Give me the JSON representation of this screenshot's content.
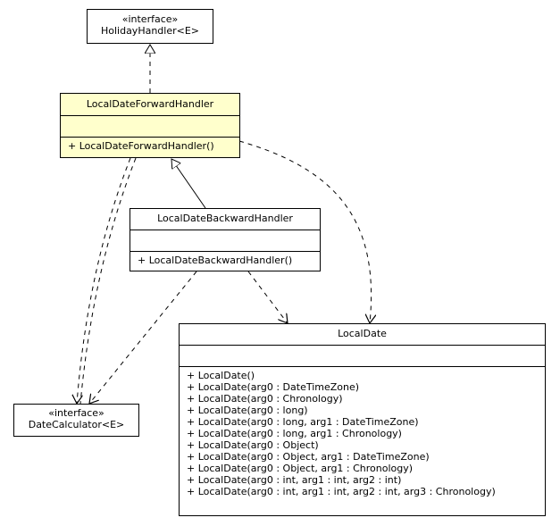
{
  "classes": {
    "holiday_handler": {
      "stereotype": "«interface»",
      "name": "HolidayHandler<E>"
    },
    "forward_handler": {
      "name": "LocalDateForwardHandler",
      "operations": [
        "+ LocalDateForwardHandler()"
      ]
    },
    "backward_handler": {
      "name": "LocalDateBackwardHandler",
      "operations": [
        "+ LocalDateBackwardHandler()"
      ]
    },
    "date_calculator": {
      "stereotype": "«interface»",
      "name": "DateCalculator<E>"
    },
    "local_date": {
      "name": "LocalDate",
      "operations": [
        "+ LocalDate()",
        "+ LocalDate(arg0 : DateTimeZone)",
        "+ LocalDate(arg0 : Chronology)",
        "+ LocalDate(arg0 : long)",
        "+ LocalDate(arg0 : long, arg1 : DateTimeZone)",
        "+ LocalDate(arg0 : long, arg1 : Chronology)",
        "+ LocalDate(arg0 : Object)",
        "+ LocalDate(arg0 : Object, arg1 : DateTimeZone)",
        "+ LocalDate(arg0 : Object, arg1 : Chronology)",
        "+ LocalDate(arg0 : int, arg1 : int, arg2 : int)",
        "+ LocalDate(arg0 : int, arg1 : int, arg2 : int, arg3 : Chronology)"
      ]
    }
  },
  "colors": {
    "highlight": "#ffffcc",
    "line": "#000000"
  }
}
